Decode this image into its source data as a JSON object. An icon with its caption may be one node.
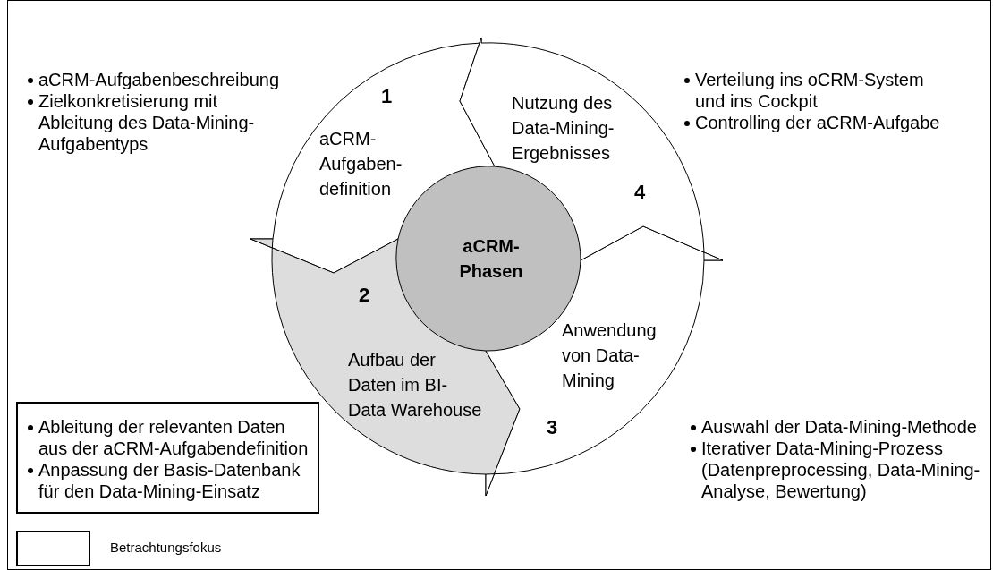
{
  "diagram": {
    "nodes": [
      {
        "text": [
          "1",
          "aCRM- Aufgaben- definition"
        ]
      },
      {
        "text": [
          "2",
          "Aufbau der Daten im BI- Data Warehouse"
        ]
      },
      {
        "text": [
          "Anwendung von Data- Mining",
          "3"
        ]
      },
      {
        "text": [
          "Nutzung des Data-Mining- Ergebnisses",
          "4"
        ]
      },
      {
        "text": [
          "aCRM- Phasen"
        ]
      },
      {
        "text": [
          "Ableitung der relevanten Daten aus der aCRM-Aufgabendefinition",
          "Anpassung der Basis-Datenbank für den Data-Mining-Einsatz"
        ]
      }
    ],
    "labels": [
      "aCRM-Aufgabenbeschreibung",
      "Zielkonkretisierung mit Ableitung des Data-Mining-Aufgabentyps",
      "Verteilung ins oCRM-System und ins Cockpit",
      "Controlling der aCRM-Aufgabe",
      "Auswahl der Data-Mining-Methode",
      "Iterativer Data-Mining-Prozess (Datenpreprocessing, Data-Mining- Analyse, Bewertung)"
    ],
    "legend": [
      {
        "text": "Betrachtungsfokus"
      }
    ]
  }
}
